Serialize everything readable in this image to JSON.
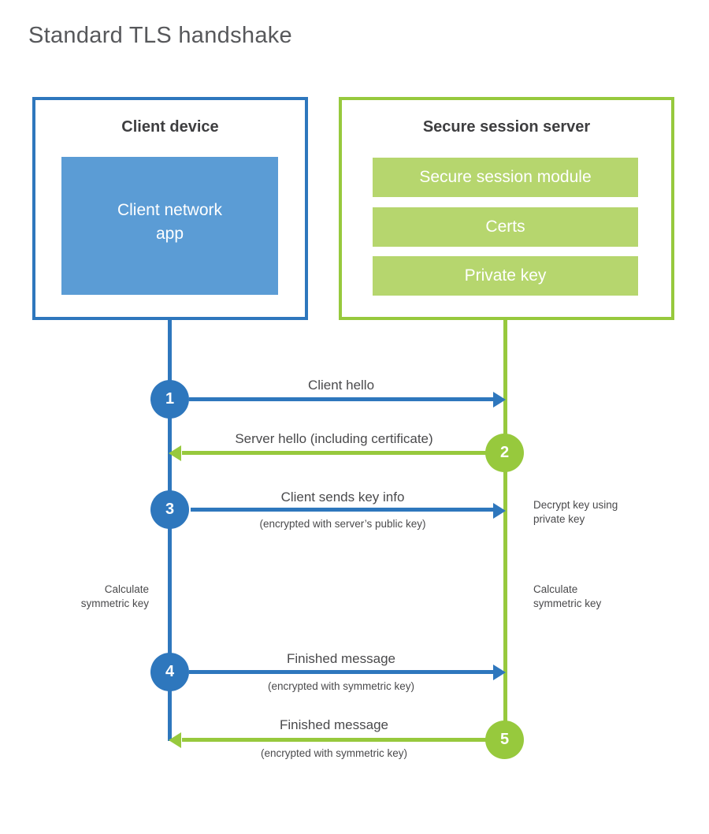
{
  "title": "Standard TLS handshake",
  "client_box": {
    "heading": "Client device",
    "app_label": "Client network app"
  },
  "server_box": {
    "heading": "Secure session server",
    "modules": [
      "Secure session module",
      "Certs",
      "Private key"
    ]
  },
  "steps": [
    {
      "num": "1",
      "actor": "client",
      "direction": "right",
      "label": "Client hello",
      "sublabel": ""
    },
    {
      "num": "2",
      "actor": "server",
      "direction": "left",
      "label": "Server hello (including certificate)",
      "sublabel": ""
    },
    {
      "num": "3",
      "actor": "client",
      "direction": "right",
      "label": "Client sends key info",
      "sublabel": "(encrypted with server’s public key)"
    },
    {
      "num": "4",
      "actor": "client",
      "direction": "right",
      "label": "Finished message",
      "sublabel": "(encrypted with symmetric key)"
    },
    {
      "num": "5",
      "actor": "server",
      "direction": "left",
      "label": "Finished message",
      "sublabel": "(encrypted with symmetric key)"
    }
  ],
  "side_notes": {
    "decrypt_right": "Decrypt key using private key",
    "calculate_left": "Calculate symmetric key",
    "calculate_right": "Calculate symmetric key"
  },
  "colors": {
    "blue": "#2e77bd",
    "blue_fill": "#5b9cd5",
    "green": "#97c93d",
    "green_fill": "#b6d66e"
  }
}
